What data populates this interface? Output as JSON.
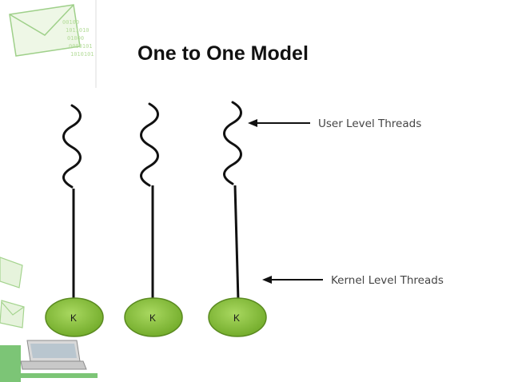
{
  "slide": {
    "title": "One to One Model"
  },
  "diagram": {
    "user_threads_label": "User Level Threads",
    "kernel_threads_label": "Kernel Level Threads",
    "threads": [
      {
        "kernel_label": "K"
      },
      {
        "kernel_label": "K"
      },
      {
        "kernel_label": "K"
      }
    ],
    "colors": {
      "kernel_fill": "#8dc63f",
      "kernel_stroke": "#5a8a20",
      "thread_line": "#111111",
      "decor_green": "#7cc576"
    }
  }
}
